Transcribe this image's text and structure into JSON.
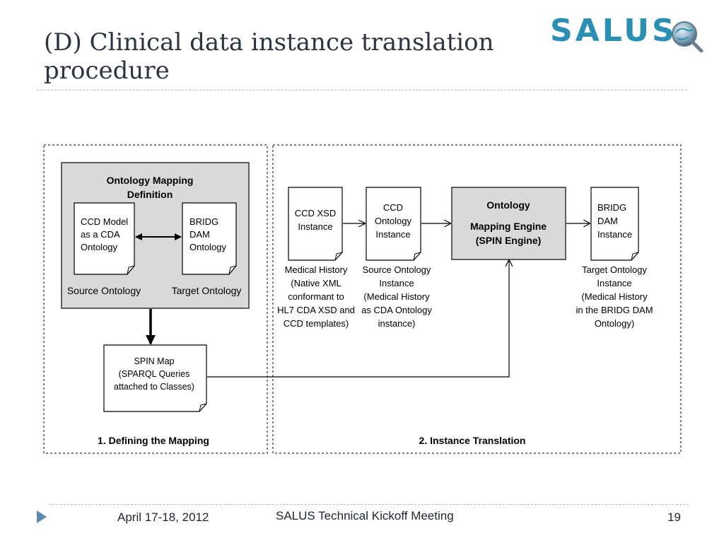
{
  "slide": {
    "title": "(D) Clinical data instance translation procedure",
    "logo_text": "SALUS"
  },
  "diagram": {
    "left_panel": {
      "mapping_box": {
        "title_lines": [
          "Ontology Mapping",
          "Definition"
        ]
      },
      "source_doc": {
        "lines": [
          "CCD Model",
          "as a CDA",
          "Ontology"
        ]
      },
      "target_doc": {
        "lines": [
          "BRIDG",
          "DAM",
          "Ontology"
        ]
      },
      "source_label": "Source Ontology",
      "target_label": "Target Ontology",
      "spin_map": {
        "lines": [
          "SPIN Map",
          "(SPARQL Queries",
          "attached to Classes)"
        ]
      },
      "caption": "1. Defining the Mapping"
    },
    "right_panel": {
      "ccd_xsd": {
        "lines": [
          "CCD XSD",
          "Instance"
        ]
      },
      "ccd_xsd_caption": [
        "Medical History",
        "(Native XML",
        "conformant to",
        "HL7 CDA XSD and",
        "CCD templates)"
      ],
      "ccd_ontology": {
        "lines": [
          "CCD",
          "Ontology",
          "Instance"
        ]
      },
      "ccd_ontology_caption": [
        "Source Ontology",
        "Instance",
        "(Medical History",
        "as CDA Ontology",
        "instance)"
      ],
      "engine": {
        "lines": [
          "Ontology",
          "Mapping Engine",
          "(SPIN Engine)"
        ]
      },
      "bridg": {
        "lines": [
          "BRIDG",
          "DAM",
          "Instance"
        ]
      },
      "bridg_caption": [
        "Target Ontology",
        "Instance",
        "(Medical History",
        "in the BRIDG DAM",
        "Ontology)"
      ],
      "caption": "2. Instance Translation"
    }
  },
  "footer": {
    "date": "April 17-18, 2012",
    "meeting": "SALUS Technical Kickoff Meeting",
    "page": "19"
  }
}
